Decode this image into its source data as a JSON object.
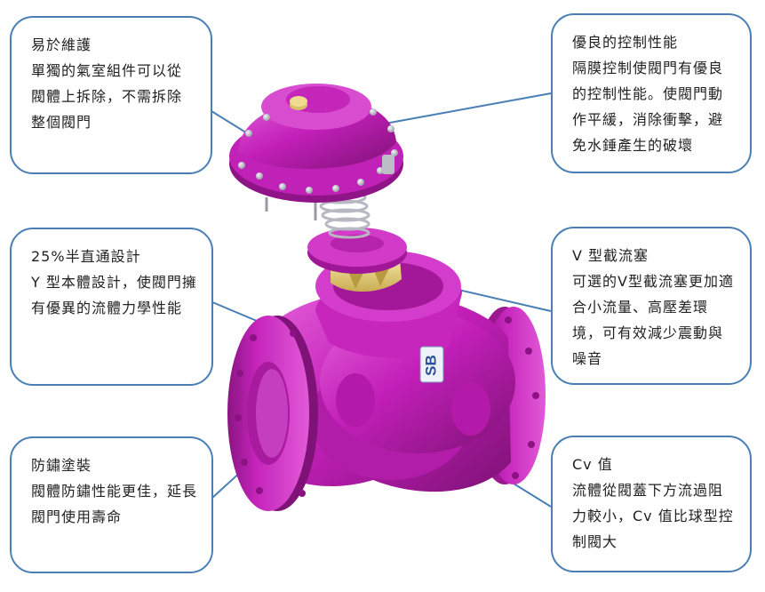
{
  "colors": {
    "valve_body": "#c21fb8",
    "valve_highlight": "#e35fd9",
    "valve_shadow": "#7e1276",
    "callout_border": "#4a7fb5",
    "leader_line": "#4a7fb5",
    "plug": "#e6cf7a",
    "bolt": "#c9c9d2"
  },
  "callouts": [
    {
      "title": "易於維護",
      "body": "單獨的氣室組件可以從閥體上拆除，不需拆除整個閥門"
    },
    {
      "title": "25%半直通設計",
      "body": "Y 型本體設計，使閥門擁有優異的流體力學性能"
    },
    {
      "title": "防鏽塗裝",
      "body": "閥體防鏽性能更佳，延長閥門使用壽命"
    },
    {
      "title": "優良的控制性能",
      "body": "隔膜控制使閥門有優良的控制性能。使閥門動作平緩，消除衝擊，避免水錘產生的破壞"
    },
    {
      "title": "V 型截流塞",
      "body": "可選的V型截流塞更加適合小流量、高壓差環境，可有效減少震動與噪音"
    },
    {
      "title": "Cv 值",
      "body": "流體從閥蓋下方流過阻力較小，Cv 值比球型控制閥大"
    }
  ],
  "logo_text": "SB"
}
